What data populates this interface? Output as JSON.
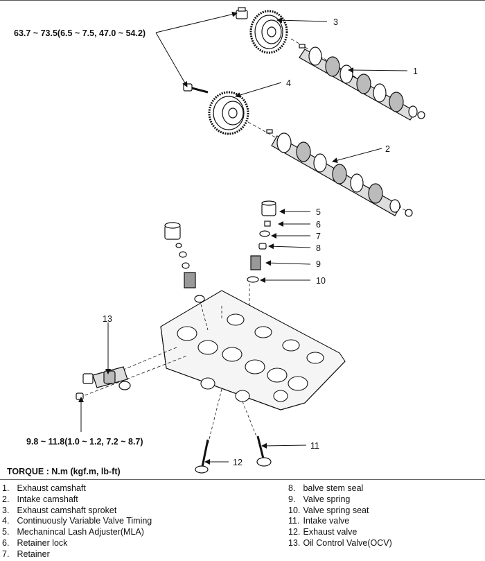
{
  "torque_specs": {
    "camshaft_sprocket_bolt": "63.7 ~ 73.5(6.5 ~ 7.5, 47.0 ~ 54.2)",
    "ocv_bolt": "9.8 ~ 11.8(1.0 ~ 1.2, 7.2 ~ 8.7)"
  },
  "torque_title": "TORQUE : N.m (kgf.m, lb-ft)",
  "callouts": [
    "1",
    "2",
    "3",
    "4",
    "5",
    "6",
    "7",
    "8",
    "9",
    "10",
    "11",
    "12",
    "13"
  ],
  "legend": {
    "left": [
      {
        "num": "1.",
        "text": "Exhaust camshaft"
      },
      {
        "num": "2.",
        "text": "Intake camshaft"
      },
      {
        "num": "3.",
        "text": "Exhaust camshaft sproket"
      },
      {
        "num": "4.",
        "text": "Continuously Variable Valve Timing"
      },
      {
        "num": "5.",
        "text": "Mechanincal Lash Adjuster(MLA)"
      },
      {
        "num": "6.",
        "text": "Retainer lock"
      },
      {
        "num": "7.",
        "text": "Retainer"
      }
    ],
    "right": [
      {
        "num": "8.",
        "text": "balve stem seal"
      },
      {
        "num": "9.",
        "text": "Valve spring"
      },
      {
        "num": "10.",
        "text": "Valve spring seat"
      },
      {
        "num": "11.",
        "text": "Intake valve"
      },
      {
        "num": "12.",
        "text": "Exhaust valve"
      },
      {
        "num": "13.",
        "text": "Oil Control Valve(OCV)"
      }
    ]
  }
}
